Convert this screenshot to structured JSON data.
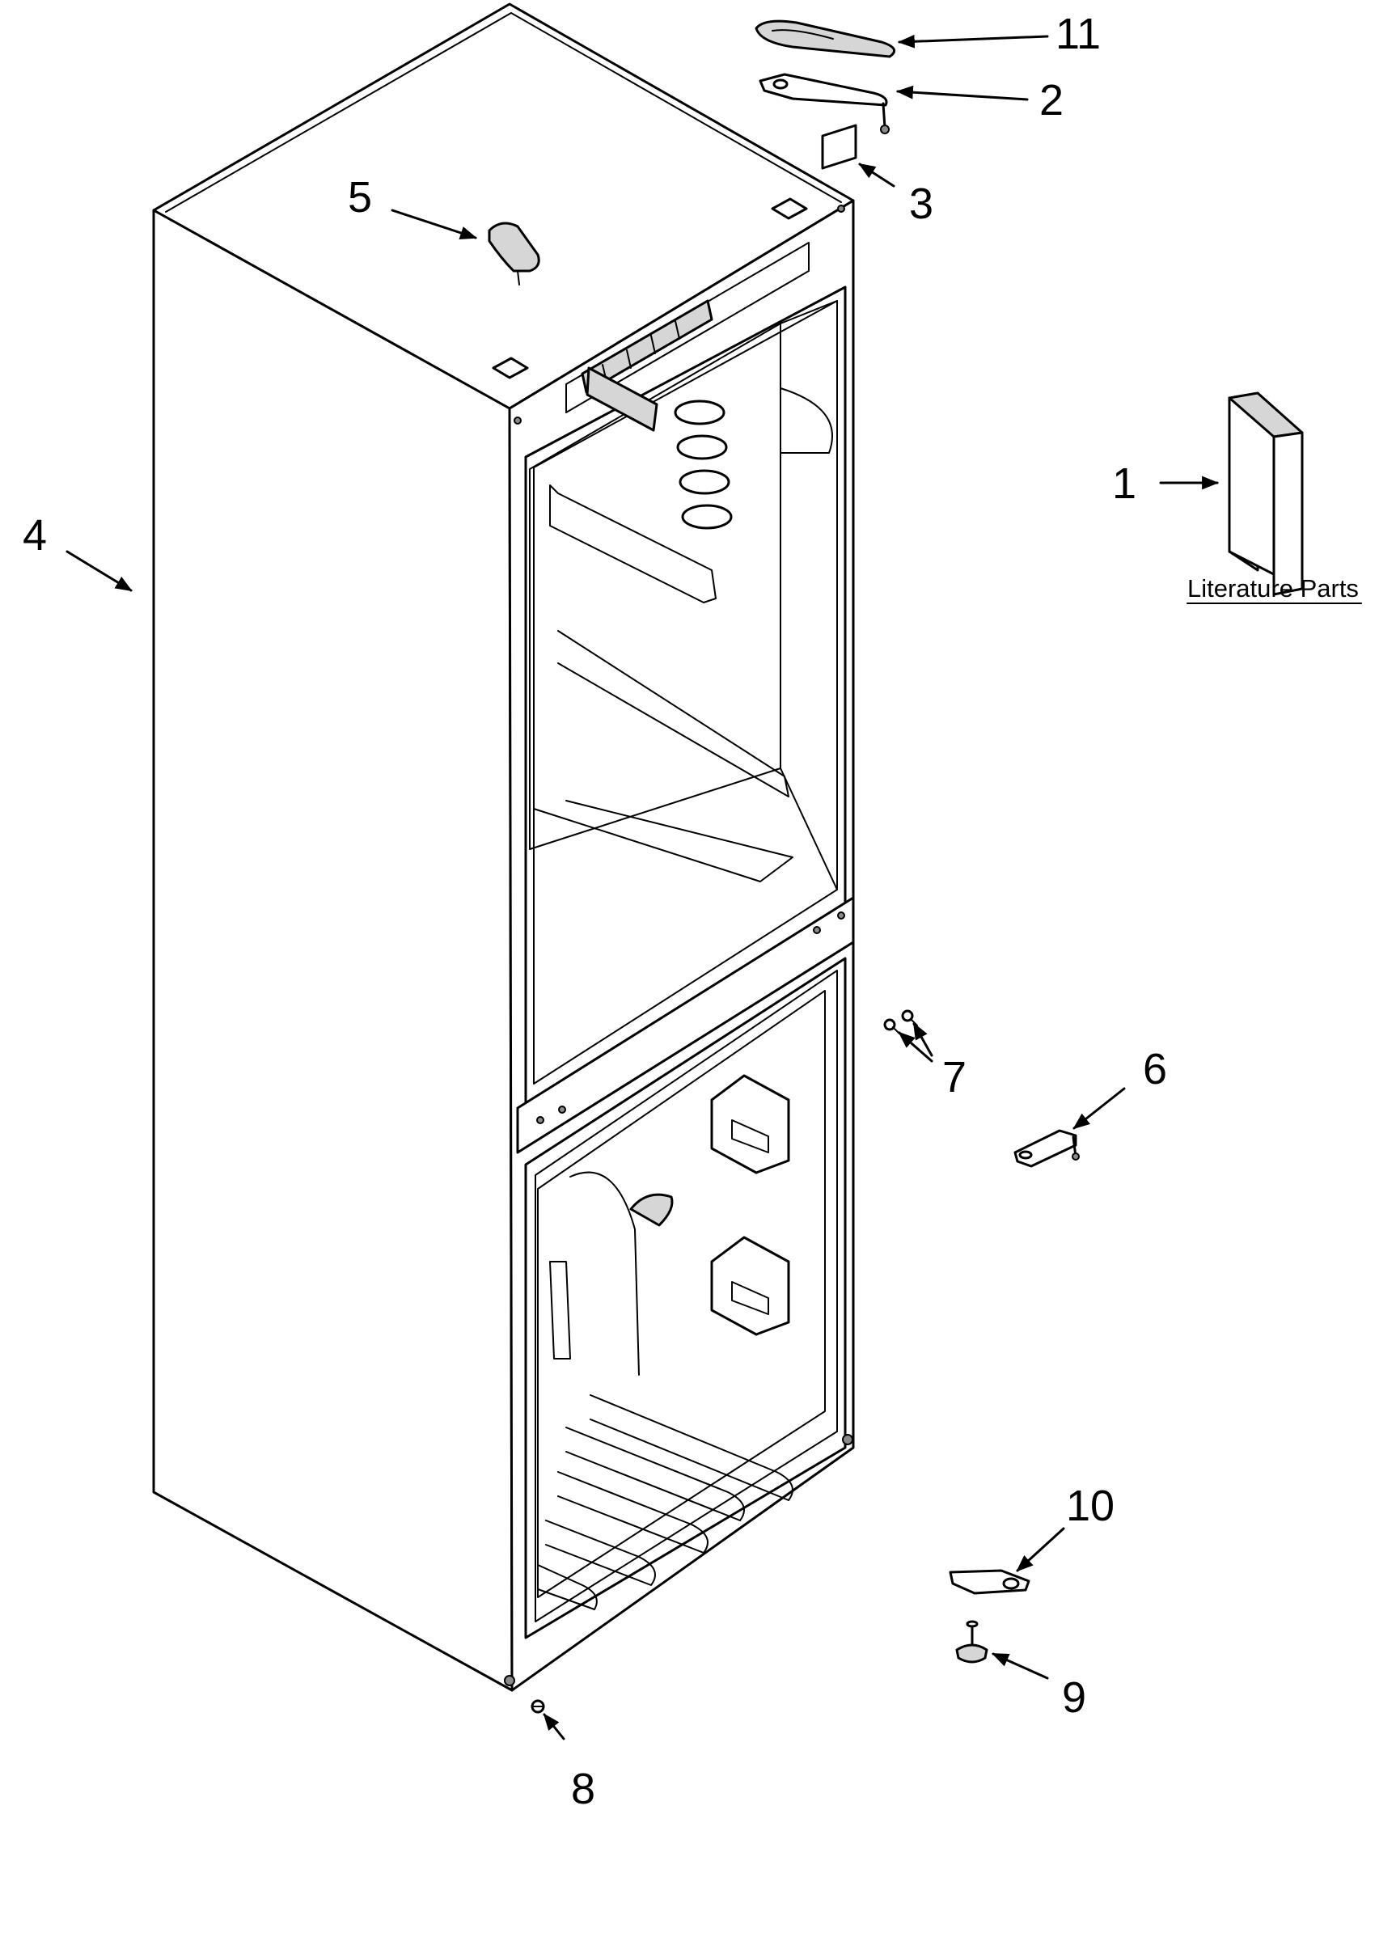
{
  "callouts": [
    {
      "id": "1",
      "label": "1"
    },
    {
      "id": "2",
      "label": "2"
    },
    {
      "id": "3",
      "label": "3"
    },
    {
      "id": "4",
      "label": "4"
    },
    {
      "id": "5",
      "label": "5"
    },
    {
      "id": "6",
      "label": "6"
    },
    {
      "id": "7",
      "label": "7"
    },
    {
      "id": "8",
      "label": "8"
    },
    {
      "id": "9",
      "label": "9"
    },
    {
      "id": "10",
      "label": "10"
    },
    {
      "id": "11",
      "label": "11"
    }
  ],
  "literature_label": "Literature Parts",
  "colors": {
    "line": "#000000",
    "background": "#ffffff",
    "shade": "#d6d6d6"
  }
}
